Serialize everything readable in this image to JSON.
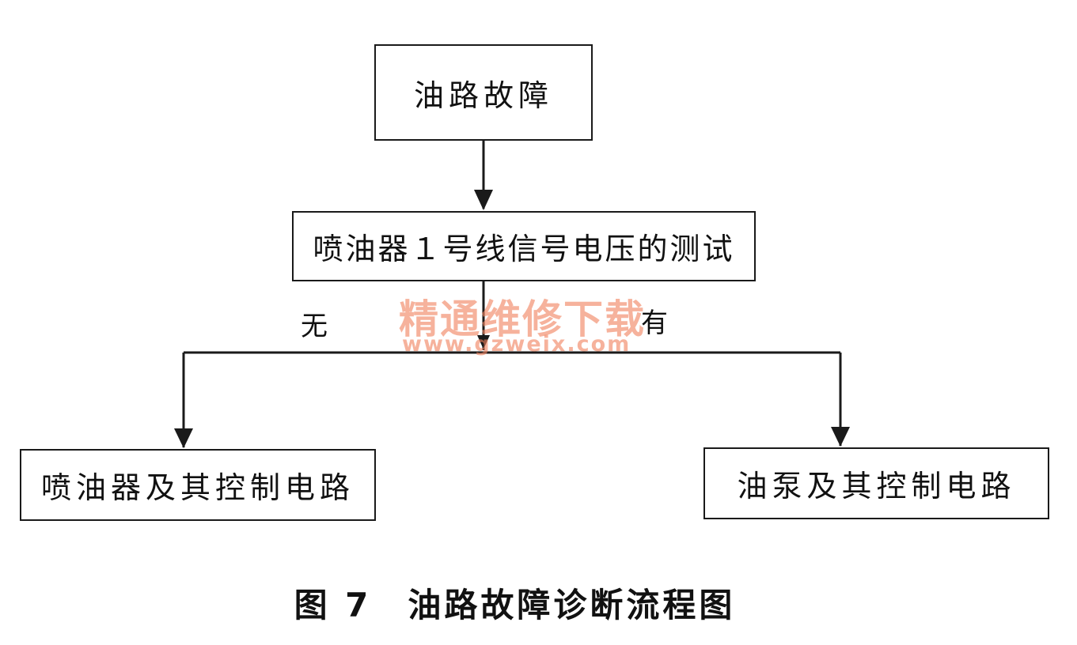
{
  "diagram": {
    "nodes": {
      "start": "油路故障",
      "test": "喷油器１号线信号电压的测试",
      "left": "喷油器及其控制电路",
      "right": "油泵及其控制电路"
    },
    "branches": {
      "no": "无",
      "yes": "有"
    }
  },
  "watermark": {
    "text": "精通维修下载",
    "url": "www.gzweix.com",
    "color": "#f1825f"
  },
  "caption": "图 7　油路故障诊断流程图"
}
